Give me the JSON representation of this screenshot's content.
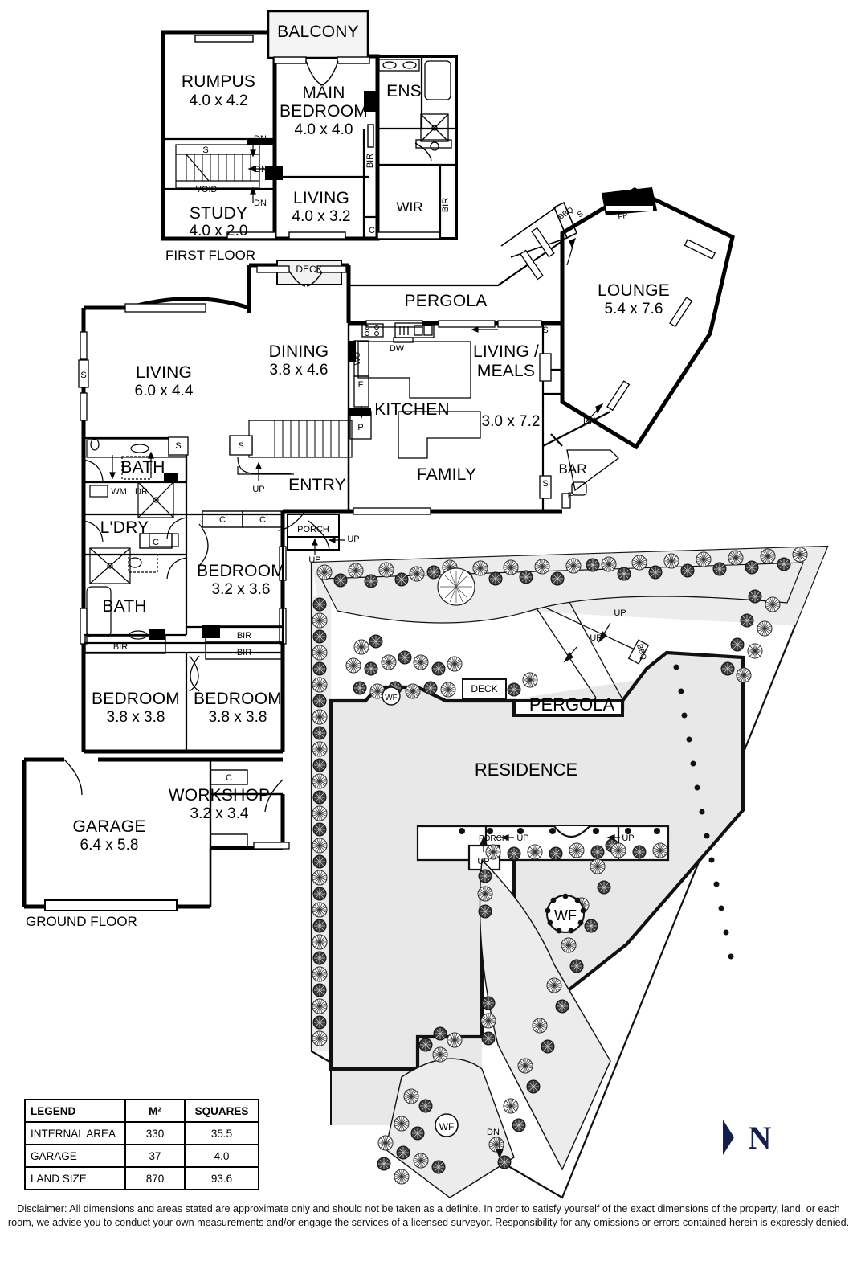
{
  "document": {
    "type": "real-estate-floorplan",
    "floors": [
      "FIRST FLOOR",
      "GROUND FLOOR"
    ]
  },
  "first_floor": {
    "label": "FIRST FLOOR",
    "rooms": [
      {
        "name": "BALCONY",
        "dim": ""
      },
      {
        "name": "RUMPUS",
        "dim": "4.0 x 4.2"
      },
      {
        "name": "MAIN BEDROOM",
        "name1": "MAIN",
        "name2": "BEDROOM",
        "dim": "4.0 x 4.0"
      },
      {
        "name": "ENS",
        "dim": ""
      },
      {
        "name": "STUDY",
        "dim": "4.0 x 2.0"
      },
      {
        "name": "LIVING",
        "dim": "4.0 x 3.2"
      },
      {
        "name": "WIR",
        "dim": ""
      }
    ],
    "annotations": [
      "DN",
      "DN",
      "DN",
      "S",
      "VOID",
      "BIR",
      "BIR",
      "C"
    ]
  },
  "ground_floor": {
    "label": "GROUND FLOOR",
    "rooms": [
      {
        "name": "LIVING",
        "dim": "6.0 x 4.4"
      },
      {
        "name": "DINING",
        "dim": "3.8 x 4.6"
      },
      {
        "name": "KITCHEN",
        "dim": ""
      },
      {
        "name": "LIVING / MEALS",
        "name1": "LIVING /",
        "name2": "MEALS",
        "dim": "3.0 x 7.2"
      },
      {
        "name": "FAMILY",
        "dim": ""
      },
      {
        "name": "LOUNGE",
        "dim": "5.4 x 7.6"
      },
      {
        "name": "PERGOLA",
        "dim": ""
      },
      {
        "name": "BAR",
        "dim": ""
      },
      {
        "name": "ENTRY",
        "dim": ""
      },
      {
        "name": "BATH",
        "dim": ""
      },
      {
        "name": "BATH",
        "dim": ""
      },
      {
        "name": "L'DRY",
        "dim": ""
      },
      {
        "name": "BEDROOM",
        "dim": "3.2 x 3.6"
      },
      {
        "name": "BEDROOM",
        "dim": "3.8 x 3.8"
      },
      {
        "name": "BEDROOM",
        "dim": "3.8 x 3.8"
      },
      {
        "name": "WORKSHOP",
        "dim": "3.2 x 3.4"
      },
      {
        "name": "GARAGE",
        "dim": "6.4 x 5.8"
      }
    ],
    "annotations": [
      "DECK",
      "DW",
      "WO",
      "F",
      "P",
      "S",
      "UP",
      "UP",
      "UP",
      "DN",
      "PORCH",
      "C",
      "C",
      "C",
      "C",
      "BIR",
      "BIR",
      "BIR",
      "WM",
      "DR",
      "BBQ",
      "FP",
      "S",
      "S",
      "S",
      "S"
    ]
  },
  "site_plan": {
    "title": "RESIDENCE",
    "labels": [
      "PERGOLA",
      "DECK",
      "PORCH",
      "BBQ",
      "WF",
      "WF",
      "UP",
      "UP",
      "UP",
      "UP",
      "UP",
      "DN"
    ]
  },
  "legend": {
    "headers": [
      "LEGEND",
      "M²",
      "SQUARES"
    ],
    "rows": [
      {
        "label": "INTERNAL AREA",
        "m2": "330",
        "squares": "35.5"
      },
      {
        "label": "GARAGE",
        "m2": "37",
        "squares": "4.0"
      },
      {
        "label": "LAND SIZE",
        "m2": "870",
        "squares": "93.6"
      }
    ]
  },
  "compass": {
    "letter": "N"
  },
  "disclaimer": {
    "text": "Disclaimer: All dimensions and areas stated are approximate only and should not be taken as a definite. In order to satisfy yourself of the exact dimensions of the property, land, or each room, we advise you to conduct your own measurements and/or engage the services of a licensed surveyor. Responsibility for any omissions or errors contained herein is expressly denied."
  },
  "colors": {
    "wall": "#000000",
    "fill_light": "#e8e8e8",
    "compass": "#15204a",
    "paper": "#ffffff"
  }
}
